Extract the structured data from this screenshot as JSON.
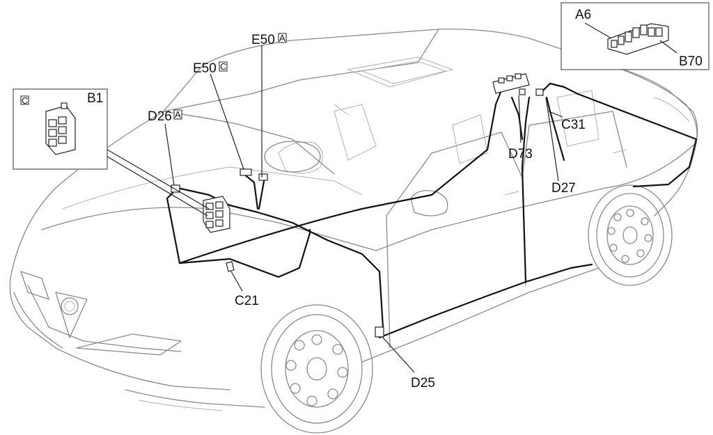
{
  "labels": {
    "a6": "A6",
    "b70": "B70",
    "b1": "B1",
    "inset_c": "C",
    "e50a": "E50",
    "e50a_box": "A",
    "e50c": "E50",
    "e50c_box": "C",
    "d26a": "D26",
    "d26a_box": "A",
    "c31": "C31",
    "d73": "D73",
    "d27": "D27",
    "c21": "C21",
    "d25": "D25"
  },
  "colors": {
    "wire": "#111111",
    "car_outline": "#8a8a8a",
    "background": "#ffffff"
  }
}
